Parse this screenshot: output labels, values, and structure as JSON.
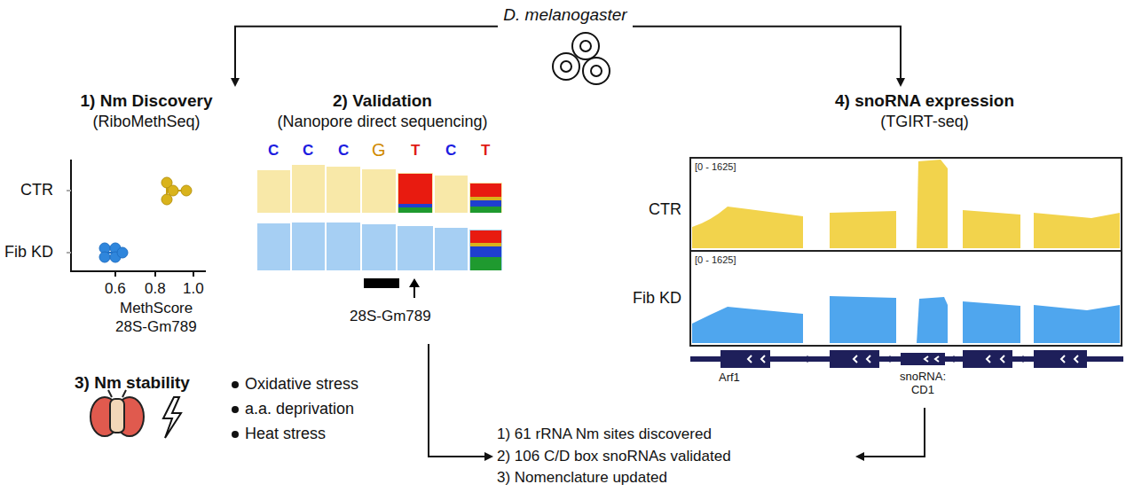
{
  "diagram": {
    "nodes": [
      {
        "text": [
          "D. melanogaster"
        ]
      },
      {
        "text": [
          "1) Nm Discovery",
          "(RiboMethSeq)"
        ]
      },
      {
        "text": [
          "2) Validation",
          "(Nanopore direct sequencing)"
        ]
      },
      {
        "text": [
          "3) Nm stability"
        ]
      },
      {
        "text": [
          "4) snoRNA expression",
          "(TGIRT-seq)"
        ]
      },
      {
        "text": [
          "1) 61 rRNA Nm sites discovered",
          "2) 106 C/D box snoRNAs validated",
          "3) Nomenclature updated"
        ]
      }
    ],
    "edges": [
      {
        "from": 0,
        "to": 1,
        "arrow": "to"
      },
      {
        "from": 0,
        "to": 4,
        "arrow": "to"
      },
      {
        "from": 2,
        "to": 5,
        "arrow": "to"
      },
      {
        "from": 4,
        "to": 5,
        "arrow": "to"
      }
    ],
    "labels": [
      "CTR",
      "Fib KD",
      "0.6",
      "0.8",
      "1.0",
      "MethScore",
      "28S-Gm789",
      "C",
      "C",
      "C",
      "G",
      "T",
      "C",
      "T",
      "28S-Gm789",
      "Oxidative stress",
      "a.a. deprivation",
      "Heat stress",
      "[0 - 1625]",
      "CTR",
      "[0 - 1625]",
      "Fib KD",
      "Arf1",
      "snoRNA: CD1"
    ]
  }
}
